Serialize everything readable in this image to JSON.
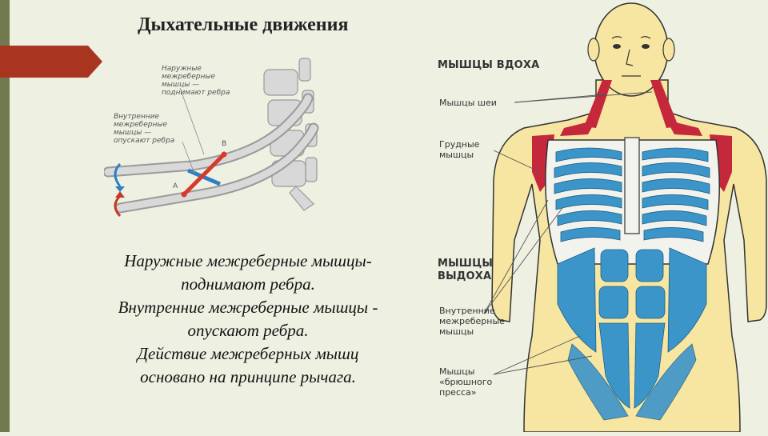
{
  "slide": {
    "title": "Дыхательные движения",
    "body_lines": [
      "Наружные межреберные мышцы-",
      "поднимают ребра.",
      "Внутренние межреберные мышцы -",
      "опускают ребра.",
      "Действие межреберных мышц",
      "основано на принципе рычага."
    ]
  },
  "rib_diagram": {
    "external_label": [
      "Наружные",
      "межреберные",
      "мышцы —",
      "поднимают ребра"
    ],
    "internal_label": [
      "Внутренние",
      "межреберные",
      "мышцы —",
      "опускают ребра"
    ],
    "point_b": "B",
    "point_a": "A"
  },
  "anatomy": {
    "inhale_heading": "МЫШЦЫ ВДОХА",
    "neck_label": "Мышцы шеи",
    "chest_label": [
      "Грудные",
      "мышцы"
    ],
    "exhale_heading": [
      "МЫШЦЫ",
      "ВЫДОХА"
    ],
    "internal_intercostal_label": [
      "Внутренние",
      "межреберные",
      "мышцы"
    ],
    "abdominal_label": [
      "Мышцы",
      "«брюшного",
      "пресса»"
    ]
  },
  "colors": {
    "sidebar": "#707a4e",
    "accent_tab": "#a93420",
    "skin": "#f7e6a2",
    "muscle_blue": "#3c95c9",
    "muscle_red": "#c4283a"
  }
}
